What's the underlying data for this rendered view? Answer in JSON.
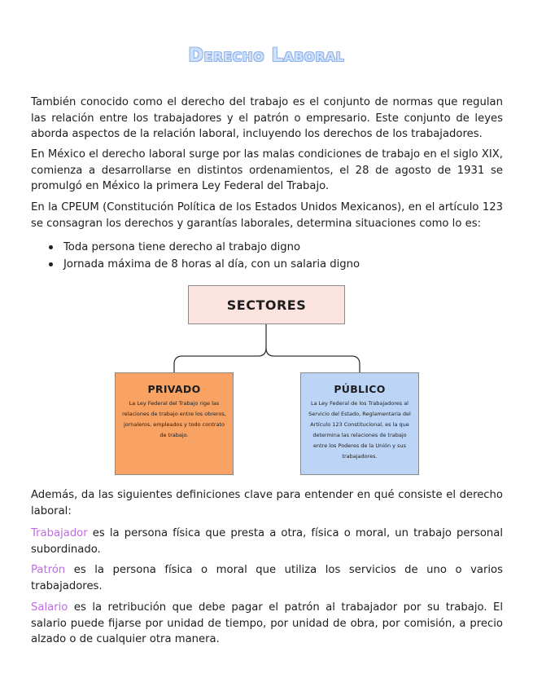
{
  "title": "Derecho Laboral",
  "paragraphs": {
    "p1": "También conocido como el derecho del trabajo es el conjunto de normas que regulan las relación entre los trabajadores y el patrón o empresario. Este conjunto de leyes aborda aspectos de la relación laboral, incluyendo los derechos de los trabajadores.",
    "p2": "En México el derecho laboral surge por las malas condiciones de trabajo en el siglo XIX, comienza a desarrollarse en distintos ordenamientos, el 28 de agosto de 1931 se promulgó en México la primera Ley Federal del Trabajo.",
    "p3": "En la CPEUM (Constitución Política de los Estados Unidos Mexicanos), en el artículo 123 se consagran los derechos y garantías laborales, determina situaciones como lo es:",
    "p4": "Además, da las siguientes definiciones clave para entender en qué consiste el derecho laboral:"
  },
  "bullets": [
    "Toda persona tiene derecho al trabajo digno",
    "Jornada máxima de 8 horas al día, con un salaria digno"
  ],
  "diagram": {
    "root": "SECTORES",
    "privado": {
      "title": "PRIVADO",
      "text": "La Ley Federal del Trabajo rige las relaciones de trabajo entre los obreros, jornaleros, empleados y todo contrato de trabajo."
    },
    "publico": {
      "title": "PÚBLICO",
      "text": "La Ley Federal de los Trabajadores al Servicio del Estado, Reglamentaria del Artículo 123 Constitucional, es la que determina las relaciones de trabajo entre los Poderes de la Unión y sus trabajadores."
    }
  },
  "definitions": [
    {
      "term": "Trabajador",
      "text": " es la persona física que presta a otra, física o moral, un trabajo personal subordinado."
    },
    {
      "term": "Patrón",
      "text": " es la persona física o moral que utiliza los servicios de uno o varios trabajadores."
    },
    {
      "term": "Salario",
      "text": " es la retribución que debe pagar el patrón al trabajador por su trabajo. El salario puede fijarse por unidad de tiempo, por unidad de obra, por comisión, a precio alzado o de cualquier otra manera."
    }
  ],
  "colors": {
    "title_fill": "#cfe0fb",
    "term": "#c169e6",
    "sectores_bg": "#fbe4df",
    "privado_bg": "#f8a263",
    "publico_bg": "#bcd5f7"
  }
}
